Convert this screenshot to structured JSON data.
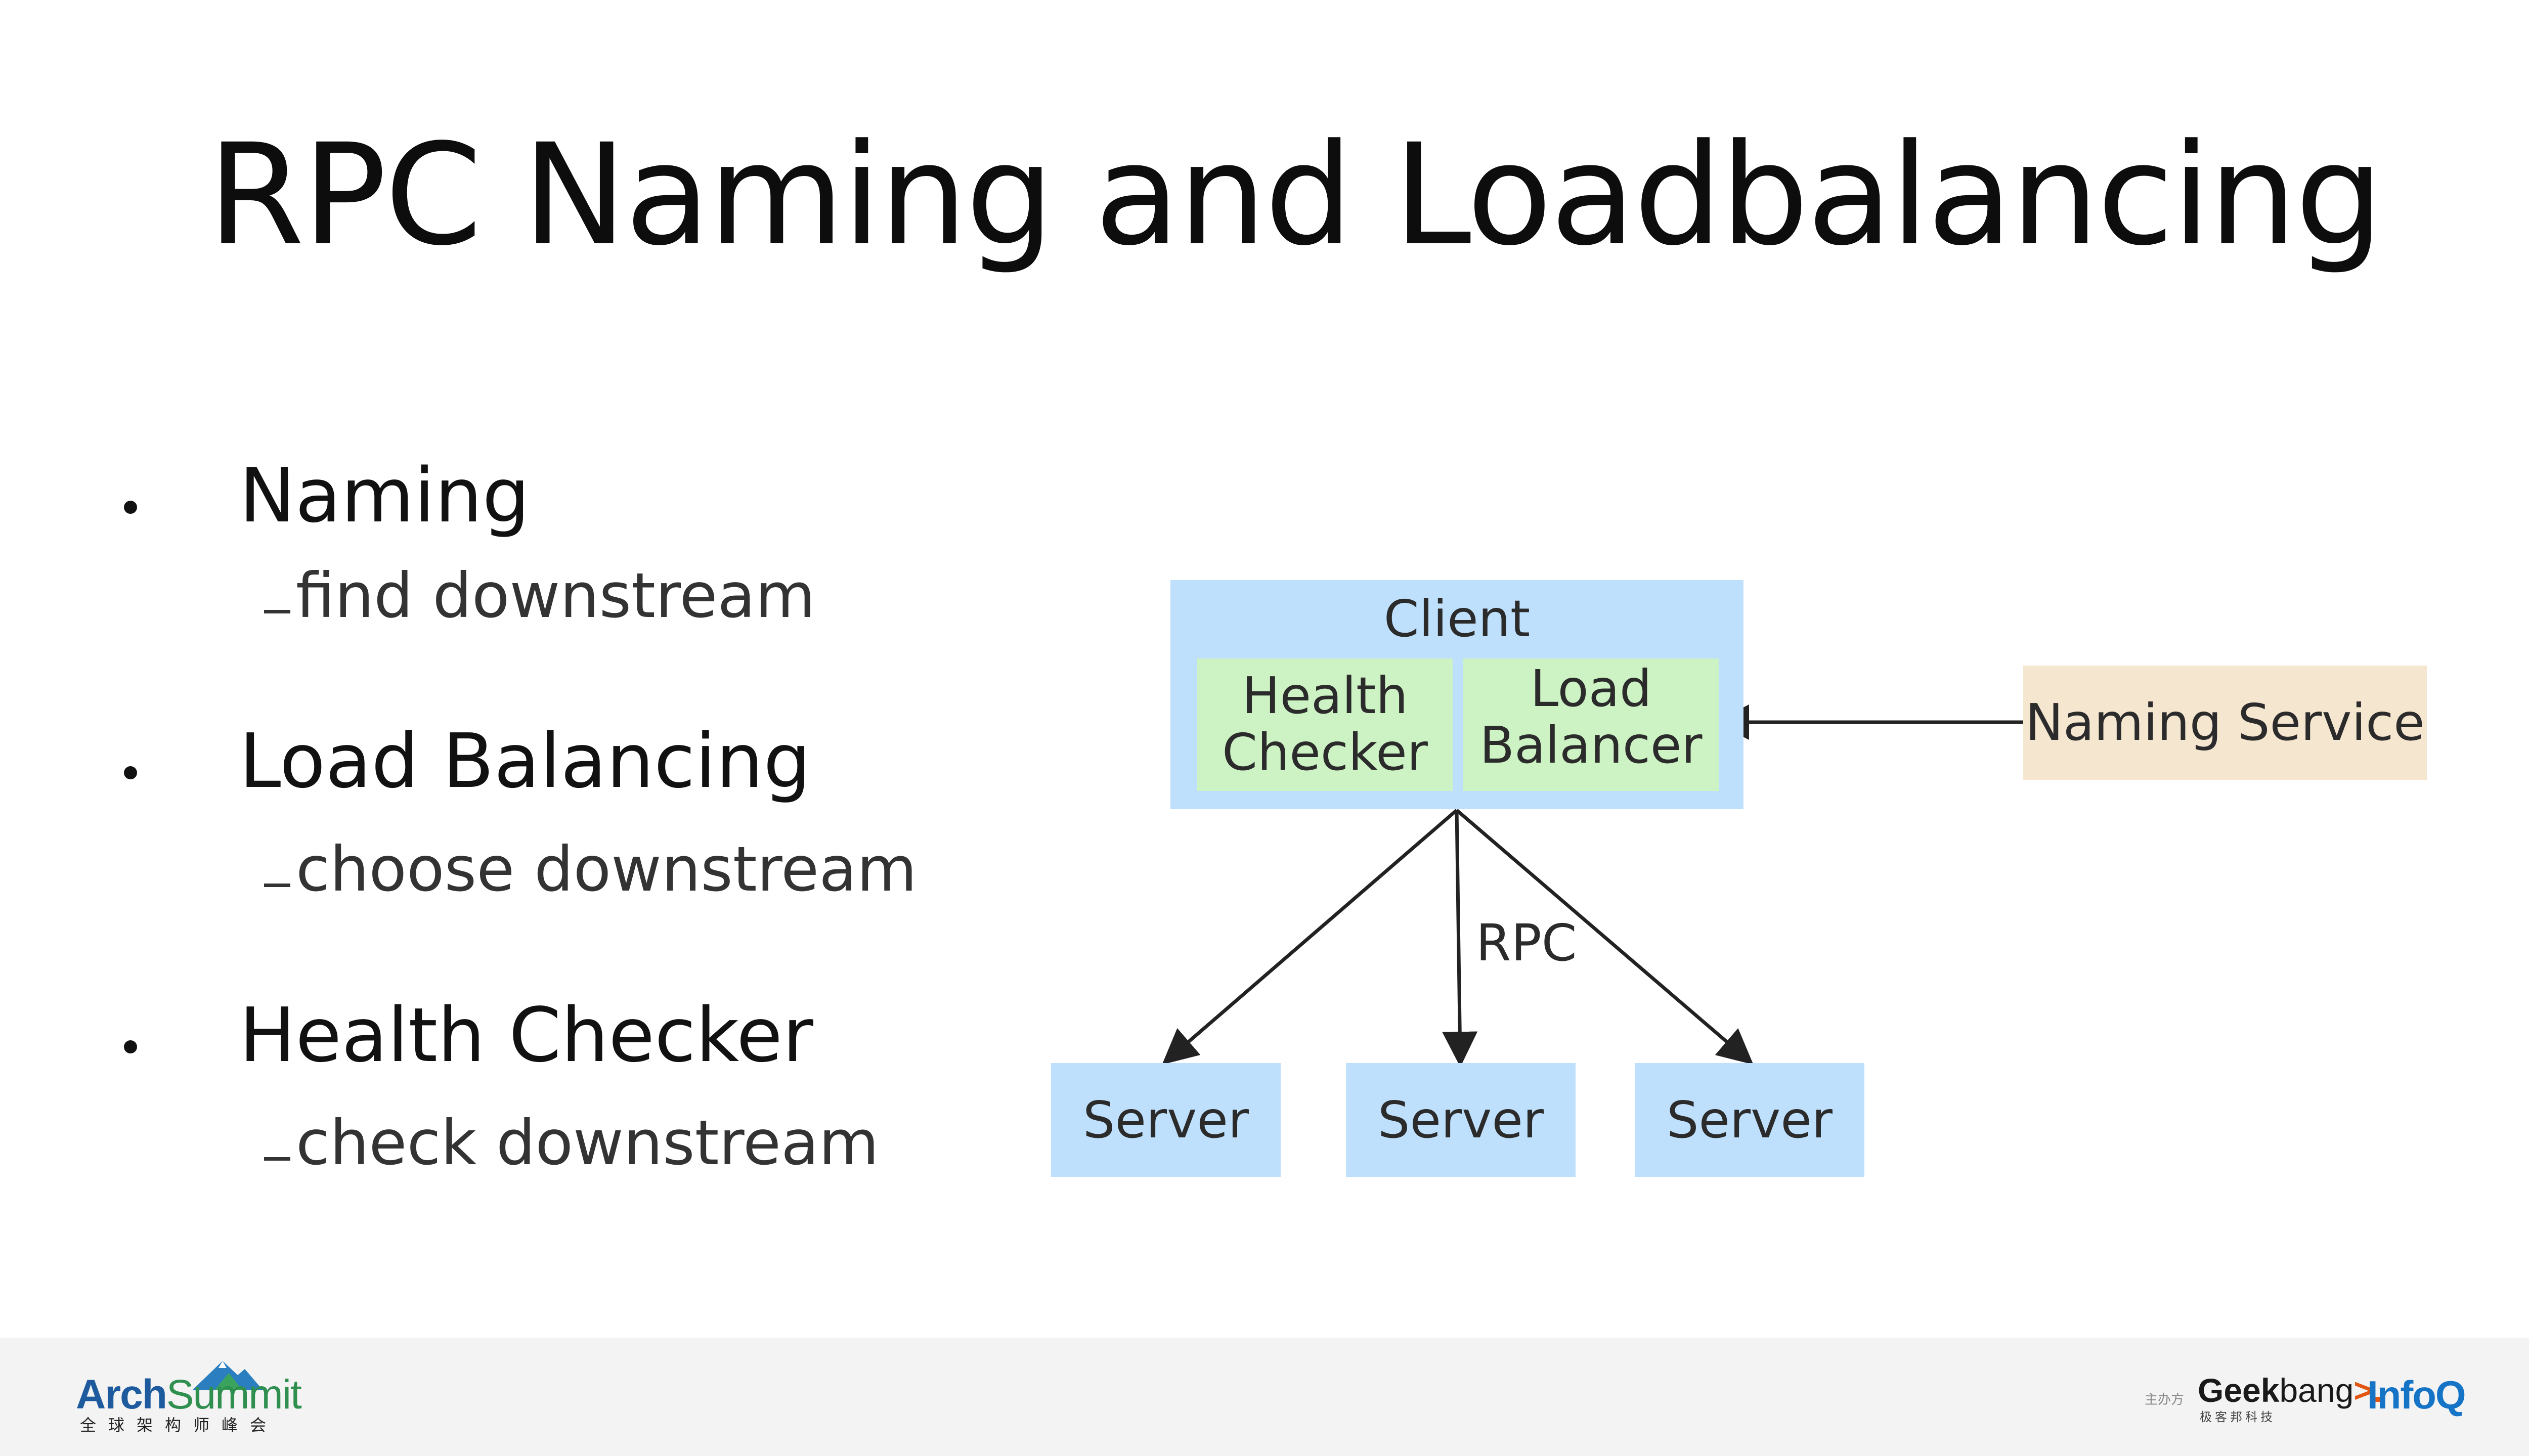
{
  "slide": {
    "title": "RPC Naming and Loadbalancing"
  },
  "bullets": [
    {
      "heading": "Naming",
      "sub": "find downstream"
    },
    {
      "heading": "Load Balancing",
      "sub": "choose downstream"
    },
    {
      "heading": "Health Checker",
      "sub": "check downstream"
    }
  ],
  "diagram": {
    "client": {
      "label": "Client",
      "health_checker": [
        "Health",
        "Checker"
      ],
      "load_balancer": [
        "Load",
        "Balancer"
      ]
    },
    "naming_service": "Naming Service",
    "edge_label": "RPC",
    "servers": [
      "Server",
      "Server",
      "Server"
    ],
    "colors": {
      "client_fill": "#bfe0fc",
      "component_fill": "#cdf2c4",
      "naming_fill": "#f5e6d0",
      "server_fill": "#bfe0fc",
      "edge": "#222222"
    }
  },
  "footer": {
    "archsummit": {
      "arch": "Arch",
      "summit": "Summit",
      "tagline": "全球架构师峰会"
    },
    "sponsor_label": "主办方",
    "geekbang": {
      "geek": "Geek",
      "bang": "bang",
      "arrow": ">.",
      "tagline": "极客邦科技"
    },
    "infoq": "InfoQ"
  }
}
